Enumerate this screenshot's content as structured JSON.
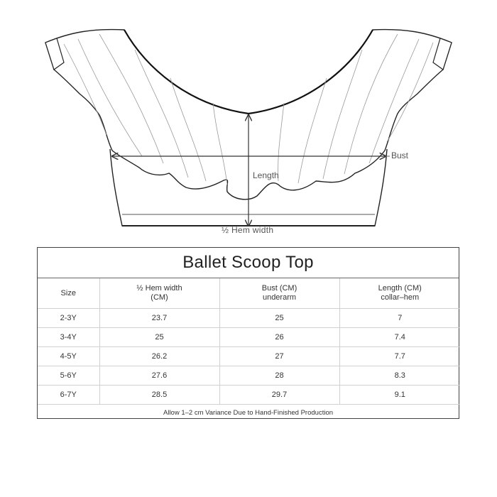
{
  "diagram": {
    "labels": {
      "bust": "Bust",
      "length": "Length",
      "hem_width": "½ Hem width"
    }
  },
  "size_chart": {
    "title": "Ballet Scoop Top",
    "headers": {
      "size": "Size",
      "hem_line1": "½ Hem width",
      "hem_line2": "(CM)",
      "bust_line1": "Bust (CM)",
      "bust_line2": "underarm",
      "length_line1": "Length (CM)",
      "length_line2": "collar–hem"
    },
    "rows": [
      {
        "size": "2-3Y",
        "hem": "23.7",
        "bust": "25",
        "length": "7"
      },
      {
        "size": "3-4Y",
        "hem": "25",
        "bust": "26",
        "length": "7.4"
      },
      {
        "size": "4-5Y",
        "hem": "26.2",
        "bust": "27",
        "length": "7.7"
      },
      {
        "size": "5-6Y",
        "hem": "27.6",
        "bust": "28",
        "length": "8.3"
      },
      {
        "size": "6-7Y",
        "hem": "28.5",
        "bust": "29.7",
        "length": "9.1"
      }
    ],
    "note": "Allow 1–2 cm Variance Due to Hand-Finished Production"
  }
}
